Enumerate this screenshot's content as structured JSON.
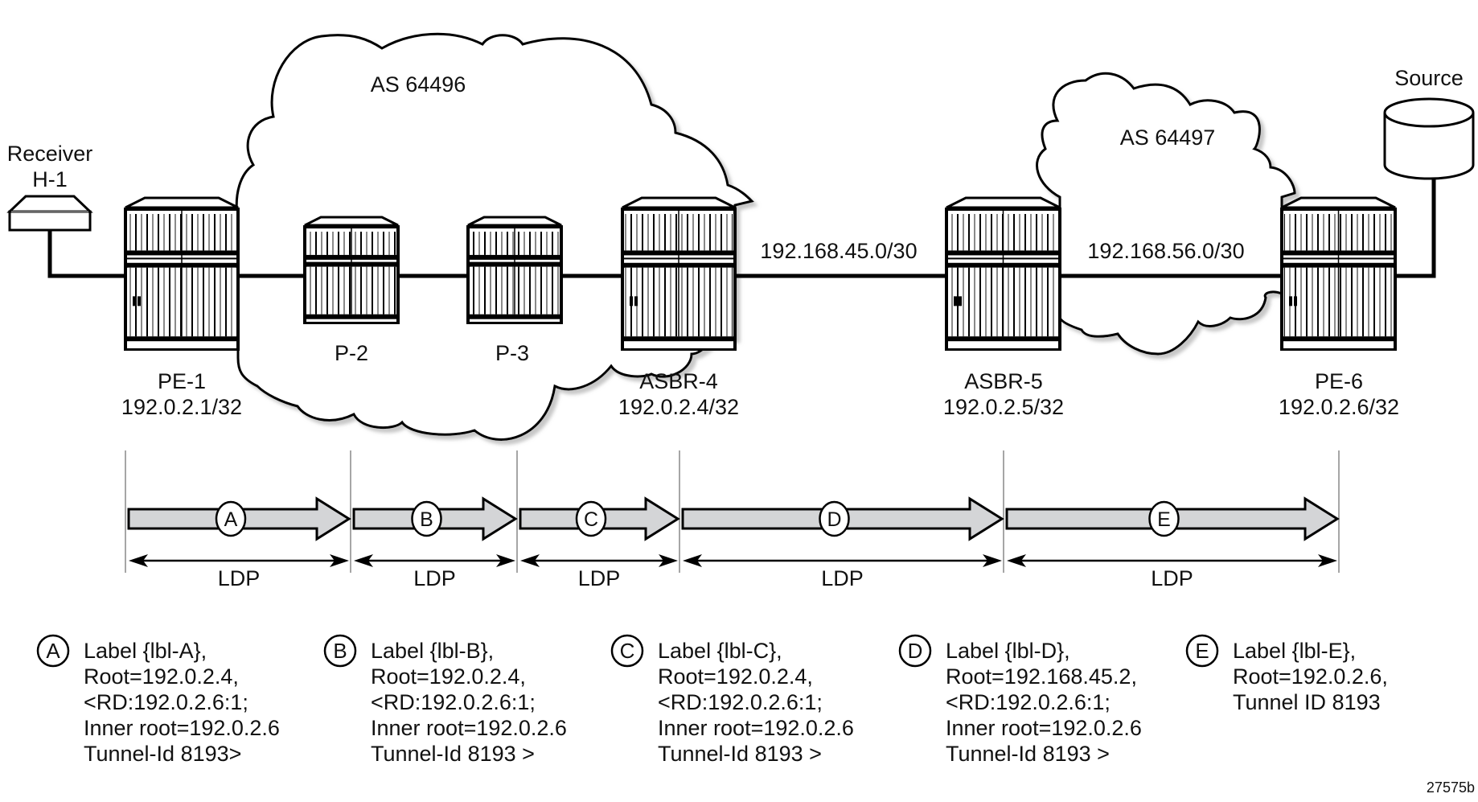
{
  "figure_id": "27575b",
  "clouds": [
    {
      "id": "as64496",
      "label": "AS 64496"
    },
    {
      "id": "as64497",
      "label": "AS 64497"
    }
  ],
  "hosts": {
    "receiver": {
      "line1": "Receiver",
      "line2": "H-1"
    },
    "source": {
      "label": "Source"
    }
  },
  "routers": [
    {
      "id": "pe1",
      "name": "PE-1",
      "address": "192.0.2.1/32"
    },
    {
      "id": "p2",
      "name": "P-2",
      "address": ""
    },
    {
      "id": "p3",
      "name": "P-3",
      "address": ""
    },
    {
      "id": "asbr4",
      "name": "ASBR-4",
      "address": "192.0.2.4/32"
    },
    {
      "id": "asbr5",
      "name": "ASBR-5",
      "address": "192.0.2.5/32"
    },
    {
      "id": "pe6",
      "name": "PE-6",
      "address": "192.0.2.6/32"
    }
  ],
  "links": [
    {
      "id": "link-45",
      "label": "192.168.45.0/30"
    },
    {
      "id": "link-56",
      "label": "192.168.56.0/30"
    }
  ],
  "segments": [
    {
      "id": "A",
      "protocol": "LDP"
    },
    {
      "id": "B",
      "protocol": "LDP"
    },
    {
      "id": "C",
      "protocol": "LDP"
    },
    {
      "id": "D",
      "protocol": "LDP"
    },
    {
      "id": "E",
      "protocol": "LDP"
    }
  ],
  "notes": [
    {
      "id": "A",
      "lines": [
        "Label {lbl-A},",
        "Root=192.0.2.4,",
        "<RD:192.0.2.6:1;",
        "Inner root=192.0.2.6",
        "Tunnel-Id 8193>"
      ]
    },
    {
      "id": "B",
      "lines": [
        "Label {lbl-B},",
        "Root=192.0.2.4,",
        "<RD:192.0.2.6:1;",
        "Inner root=192.0.2.6",
        "Tunnel-Id 8193 >"
      ]
    },
    {
      "id": "C",
      "lines": [
        "Label {lbl-C},",
        "Root=192.0.2.4,",
        "<RD:192.0.2.6:1;",
        "Inner root=192.0.2.6",
        "Tunnel-Id 8193 >"
      ]
    },
    {
      "id": "D",
      "lines": [
        "Label {lbl-D},",
        "Root=192.168.45.2,",
        "<RD:192.0.2.6:1;",
        "Inner root=192.0.2.6",
        "Tunnel-Id 8193 >"
      ]
    },
    {
      "id": "E",
      "lines": [
        "Label {lbl-E},",
        "Root=192.0.2.6,",
        "Tunnel ID 8193"
      ]
    }
  ],
  "colors": {
    "stroke": "#000000",
    "arrow_fill": "#d4d5d7",
    "shadow": "#c8c8c8",
    "divider": "#888888"
  }
}
